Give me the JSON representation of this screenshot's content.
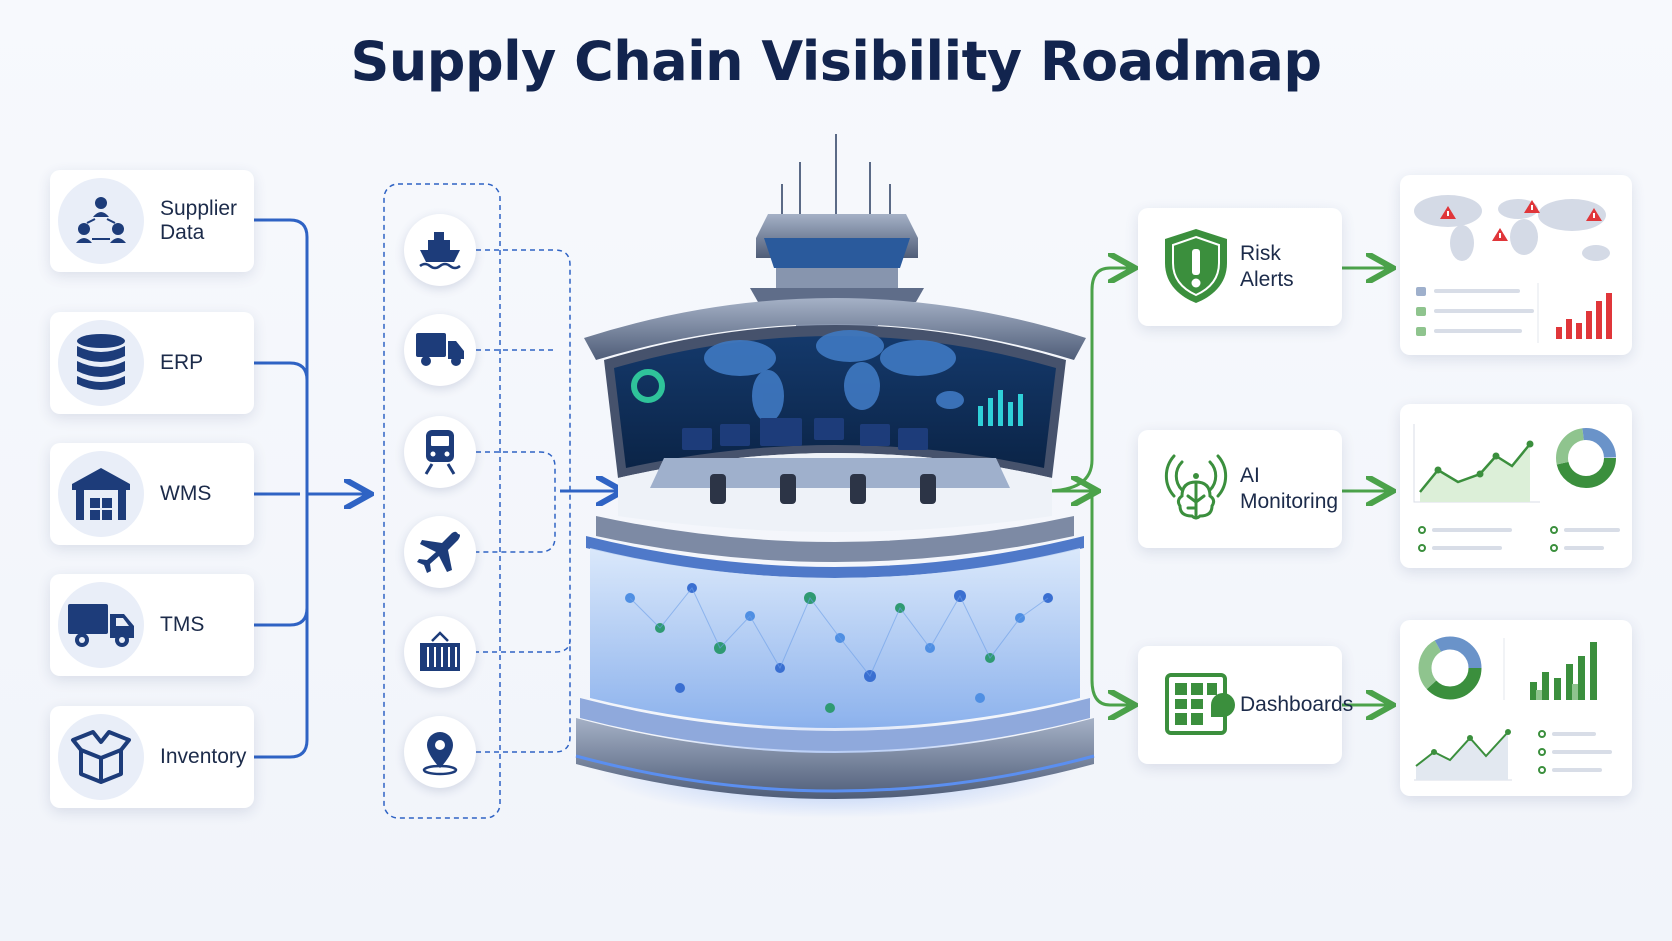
{
  "title": "Supply Chain Visibility Roadmap",
  "sources": [
    {
      "label_1": "Supplier",
      "label_2": "Data",
      "icon": "supplier-network-icon"
    },
    {
      "label": "ERP",
      "icon": "database-icon"
    },
    {
      "label": "WMS",
      "icon": "warehouse-icon"
    },
    {
      "label": "TMS",
      "icon": "truck-icon"
    },
    {
      "label": "Inventory",
      "icon": "open-box-icon"
    }
  ],
  "transport_modes": [
    "ship-icon",
    "truck-icon",
    "train-icon",
    "airplane-icon",
    "container-icon",
    "location-pin-icon"
  ],
  "outputs": [
    {
      "label_1": "Risk",
      "label_2": "Alerts",
      "icon": "shield-alert-icon"
    },
    {
      "label_1": "AI",
      "label_2": "Monitoring",
      "icon": "ai-brain-icon"
    },
    {
      "label": "Dashboards",
      "icon": "dashboard-grid-icon"
    }
  ],
  "colors": {
    "title": "#12244e",
    "input_blue": "#2f63c4",
    "output_green": "#4ba24a",
    "alert_red": "#e0363a"
  }
}
